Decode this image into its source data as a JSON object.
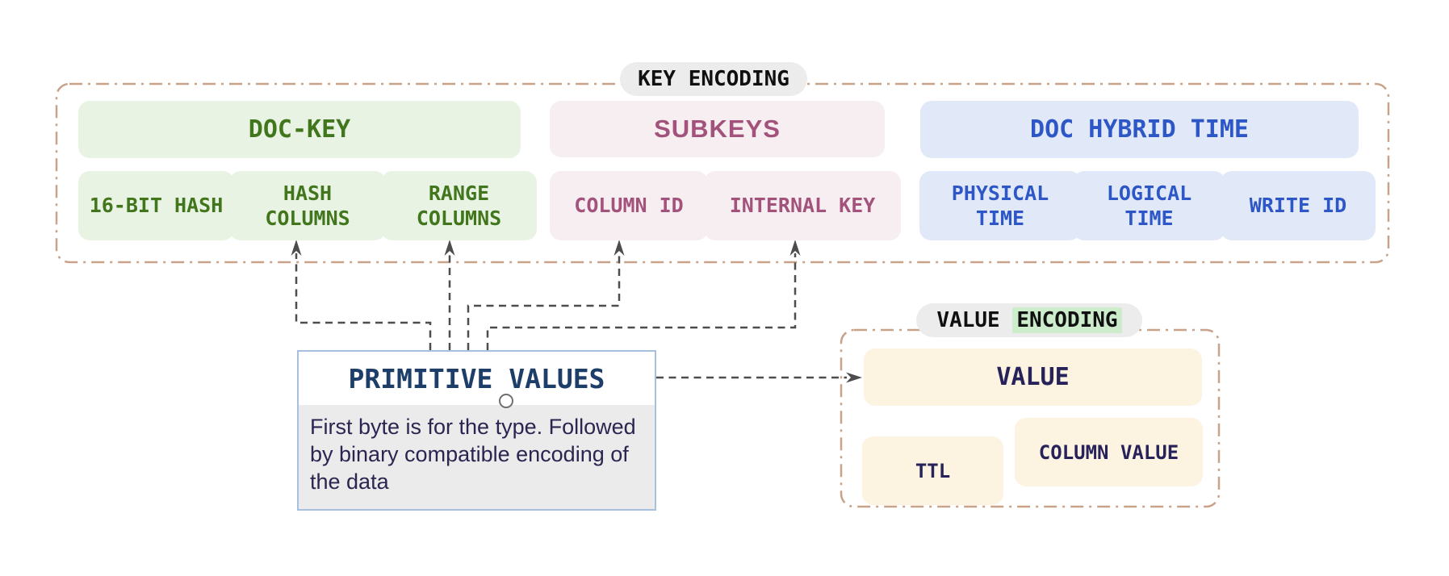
{
  "key_encoding": {
    "label": "KEY ENCODING",
    "doc_key": {
      "title": "DOC-KEY",
      "items": [
        "16-BIT HASH",
        "HASH COLUMNS",
        "RANGE COLUMNS"
      ]
    },
    "subkeys": {
      "title": "SUBKEYS",
      "items": [
        "COLUMN ID",
        "INTERNAL KEY"
      ]
    },
    "doc_hybrid_time": {
      "title": "DOC HYBRID TIME",
      "items": [
        "PHYSICAL TIME",
        "LOGICAL TIME",
        "WRITE ID"
      ]
    }
  },
  "primitive_values": {
    "title": "PRIMITIVE VALUES",
    "description": "First byte is for the type. Followed by binary compatible encoding of the data"
  },
  "value_encoding": {
    "label_plain": "VALUE ",
    "label_highlight": "ENCODING",
    "value_title": "VALUE",
    "ttl": "TTL",
    "column_value": "COLUMN VALUE"
  },
  "colors": {
    "doc_key_text": "#41761d",
    "doc_key_bg": "#e9f3e4",
    "subkeys_text": "#a3537b",
    "subkeys_bg": "#f7eef1",
    "hybrid_time_text": "#2d56c6",
    "hybrid_time_bg": "#e1e9f9",
    "value_text": "#27235a",
    "value_bg": "#fcf3e1",
    "container_border": "#c9a28a",
    "connector": "#4d4d4d",
    "pill_bg": "#ececec",
    "highlight_bg": "#cdeccb",
    "primitive_title_text": "#1d3e69",
    "primitive_border": "#a6c1e0",
    "description_bg": "#ebebeb"
  }
}
